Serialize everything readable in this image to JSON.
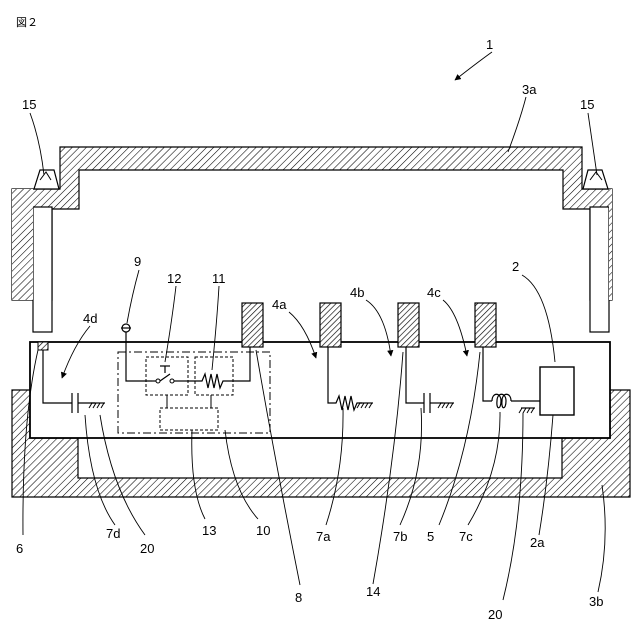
{
  "figure": {
    "title": "図２"
  },
  "labels": {
    "l1": "1",
    "l2": "2",
    "l2a": "2a",
    "l3a": "3a",
    "l3b": "3b",
    "l4a": "4a",
    "l4b": "4b",
    "l4c": "4c",
    "l4d": "4d",
    "l5": "5",
    "l6": "6",
    "l7a": "7a",
    "l7b": "7b",
    "l7c": "7c",
    "l7d": "7d",
    "l8": "8",
    "l9": "9",
    "l10": "10",
    "l11": "11",
    "l12": "12",
    "l13": "13",
    "l14": "14",
    "l15_left": "15",
    "l15_right": "15",
    "l20_left": "20",
    "l20_right": "20"
  }
}
